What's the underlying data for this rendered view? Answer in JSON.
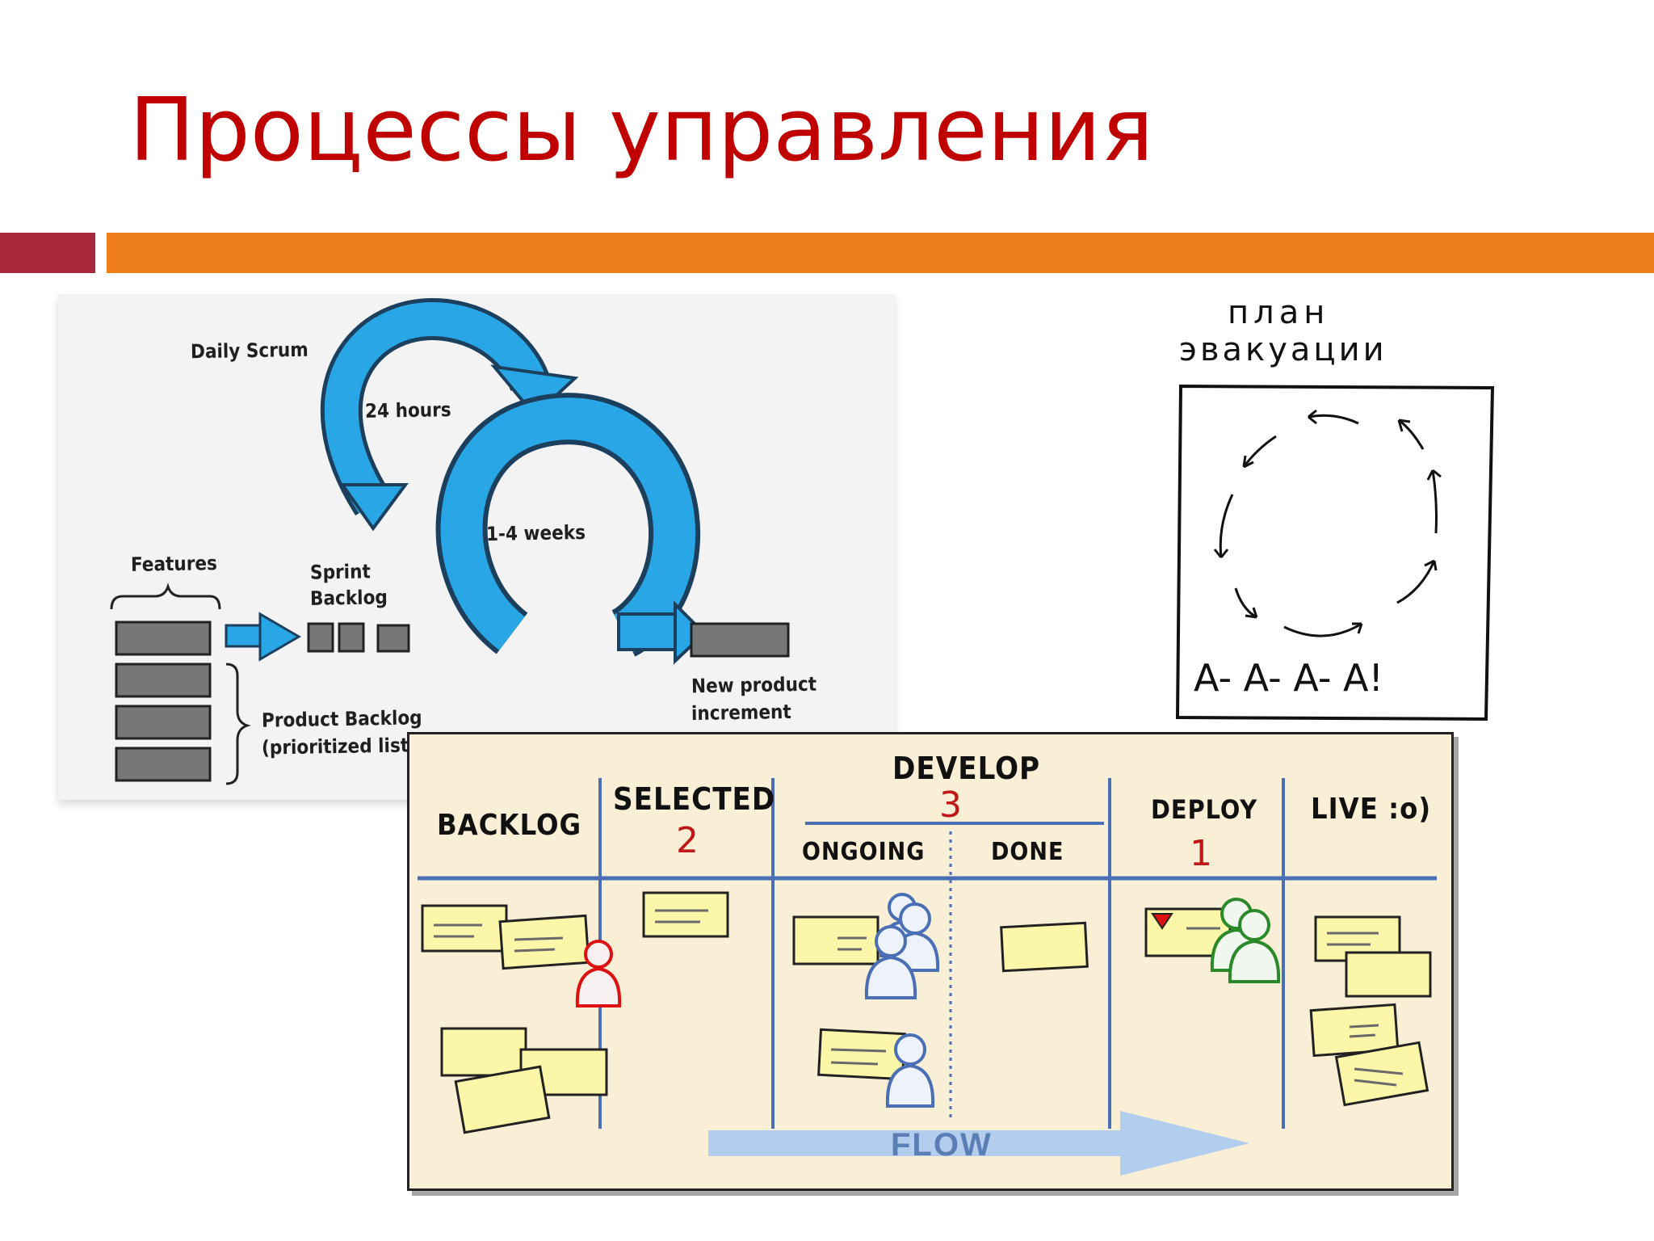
{
  "slide": {
    "title": "Процессы управления"
  },
  "scrum": {
    "daily_scrum": "Daily Scrum",
    "hours": "24 hours",
    "weeks": "1-4 weeks",
    "features": "Features",
    "sprint_backlog_line1": "Sprint",
    "sprint_backlog_line2": "Backlog",
    "product_backlog_line1": "Product Backlog",
    "product_backlog_line2": "(prioritized list",
    "increment_line1": "New product",
    "increment_line2": "increment"
  },
  "evacuation": {
    "title_line1": "план",
    "title_line2": "эвакуации",
    "scream": "A- A- A- A!"
  },
  "kanban": {
    "columns": {
      "backlog": "BACKLOG",
      "selected": "SELECTED",
      "selected_wip": "2",
      "develop": "DEVELOP",
      "develop_wip": "3",
      "ongoing": "ONGOING",
      "done": "DONE",
      "deploy": "DEPLOY",
      "deploy_wip": "1",
      "live": "LIVE :o)"
    },
    "flow": "FLOW"
  },
  "colors": {
    "title": "#c00000",
    "accent_orange": "#ef7f1a",
    "accent_red": "#a7273b",
    "arrow_blue": "#29a6e6",
    "board_line": "#4a6fb5",
    "board_bg": "#f8efd6",
    "sticky": "#fbf6a8"
  }
}
